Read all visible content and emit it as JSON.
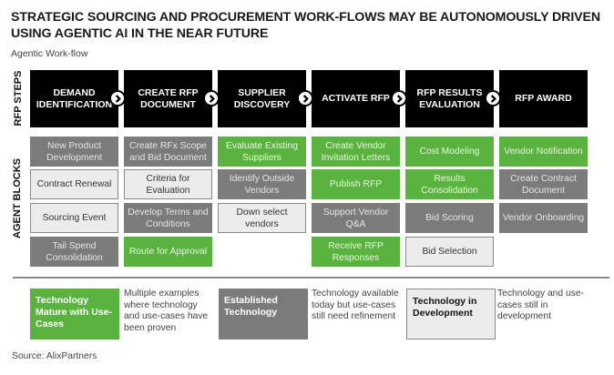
{
  "title": "STRATEGIC SOURCING AND PROCUREMENT WORK-FLOWS MAY BE AUTONOMOUSLY DRIVEN USING AGENTIC AI IN THE NEAR FUTURE",
  "subtitle": "Agentic Work-flow",
  "side_labels": {
    "steps": "RFP STEPS",
    "agents": "AGENT BLOCKS"
  },
  "colors": {
    "mature": "#5bb33f",
    "established": "#7b7b7b",
    "development": "#ececec",
    "step": "#000000"
  },
  "steps": [
    {
      "label": "DEMAND IDENTIFICATION",
      "blocks": [
        {
          "text": "New Product Development",
          "status": "established"
        },
        {
          "text": "Contract Renewal",
          "status": "development"
        },
        {
          "text": "Sourcing Event",
          "status": "development"
        },
        {
          "text": "Tail Spend Consolidation",
          "status": "established"
        }
      ]
    },
    {
      "label": "CREATE RFP DOCUMENT",
      "blocks": [
        {
          "text": "Create RFx Scope and Bid Document",
          "status": "established"
        },
        {
          "text": "Criteria for Evaluation",
          "status": "development"
        },
        {
          "text": "Develop Terms and Conditions",
          "status": "established"
        },
        {
          "text": "Route for Approval",
          "status": "mature"
        }
      ]
    },
    {
      "label": "SUPPLIER DISCOVERY",
      "blocks": [
        {
          "text": "Evaluate Existing Suppliers",
          "status": "mature"
        },
        {
          "text": "Identify Outside Vendors",
          "status": "established"
        },
        {
          "text": "Down select vendors",
          "status": "development"
        }
      ]
    },
    {
      "label": "ACTIVATE RFP",
      "blocks": [
        {
          "text": "Create Vendor Invitation Letters",
          "status": "mature"
        },
        {
          "text": "Publish RFP",
          "status": "mature"
        },
        {
          "text": "Support Vendor Q&A",
          "status": "established"
        },
        {
          "text": "Receive RFP Responses",
          "status": "mature"
        }
      ]
    },
    {
      "label": "RFP RESULTS EVALUATION",
      "blocks": [
        {
          "text": "Cost Modeling",
          "status": "mature"
        },
        {
          "text": "Results Consolidation",
          "status": "mature"
        },
        {
          "text": "Bid Scoring",
          "status": "established"
        },
        {
          "text": "Bid Selection",
          "status": "development"
        }
      ]
    },
    {
      "label": "RFP AWARD",
      "blocks": [
        {
          "text": "Vendor Notification",
          "status": "mature"
        },
        {
          "text": "Create Contract Document",
          "status": "established"
        },
        {
          "text": "Vendor Onboarding",
          "status": "established"
        }
      ]
    }
  ],
  "legend": [
    {
      "status": "mature",
      "label": "Technology Mature with Use-Cases",
      "description": "Multiple examples where technology and use-cases have been proven"
    },
    {
      "status": "established",
      "label": "Established Technology",
      "description": "Technology available today but use-cases still need refinement"
    },
    {
      "status": "development",
      "label": "Technology in Development",
      "description": "Technology and use-cases still in development"
    }
  ],
  "source": "Source: AlixPartners"
}
